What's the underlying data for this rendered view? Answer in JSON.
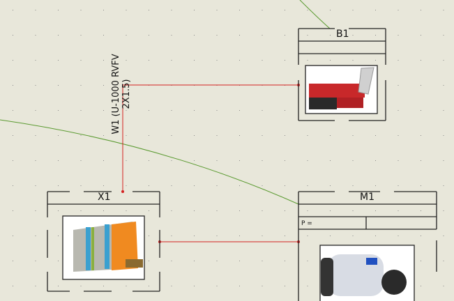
{
  "components": {
    "b1": {
      "label": "B1",
      "image": "safety-switch-image"
    },
    "x1": {
      "label": "X1",
      "image": "terminal-block-image"
    },
    "m1": {
      "label": "M1",
      "image": "motor-pump-image",
      "power_field": "P ="
    }
  },
  "cable": {
    "line1": "W1 (U-1000 RVFV",
    "line2": "2X1.5)"
  },
  "colors": {
    "background": "#e8e7da",
    "wire": "#d42020",
    "link": "#5a9a30",
    "frame": "#222222"
  }
}
